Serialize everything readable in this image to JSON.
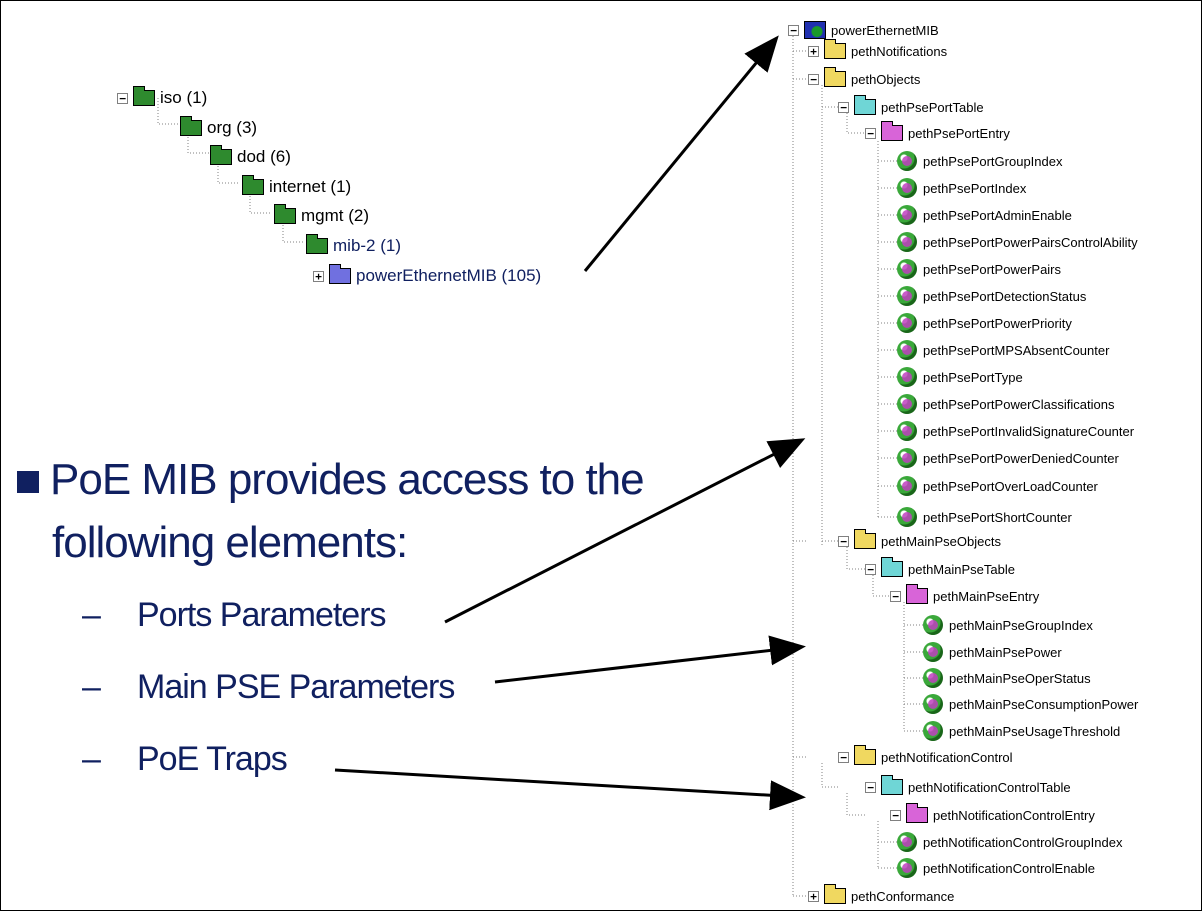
{
  "left_tree": [
    {
      "label": "iso (1)",
      "expander": "-"
    },
    {
      "label": "org (3)"
    },
    {
      "label": "dod (6)"
    },
    {
      "label": "internet (1)"
    },
    {
      "label": "mgmt (2)"
    },
    {
      "label": "mib-2 (1)"
    },
    {
      "label": "powerEthernetMIB (105)",
      "expander": "+"
    }
  ],
  "right_tree": {
    "root": "powerEthernetMIB",
    "notifications": "pethNotifications",
    "objects": "pethObjects",
    "pse_port_table": "pethPsePortTable",
    "pse_port_entry": "pethPsePortEntry",
    "pse_port_leaves": [
      "pethPsePortGroupIndex",
      "pethPsePortIndex",
      "pethPsePortAdminEnable",
      "pethPsePortPowerPairsControlAbility",
      "pethPsePortPowerPairs",
      "pethPsePortDetectionStatus",
      "pethPsePortPowerPriority",
      "pethPsePortMPSAbsentCounter",
      "pethPsePortType",
      "pethPsePortPowerClassifications",
      "pethPsePortInvalidSignatureCounter",
      "pethPsePortPowerDeniedCounter",
      "pethPsePortOverLoadCounter",
      "pethPsePortShortCounter"
    ],
    "main_pse_objects": "pethMainPseObjects",
    "main_pse_table": "pethMainPseTable",
    "main_pse_entry": "pethMainPseEntry",
    "main_pse_leaves": [
      "pethMainPseGroupIndex",
      "pethMainPsePower",
      "pethMainPseOperStatus",
      "pethMainPseConsumptionPower",
      "pethMainPseUsageThreshold"
    ],
    "notification_control": "pethNotificationControl",
    "notification_control_table": "pethNotificationControlTable",
    "notification_control_entry": "pethNotificationControlEntry",
    "notification_control_leaves": [
      "pethNotificationControlGroupIndex",
      "pethNotificationControlEnable"
    ],
    "conformance": "pethConformance"
  },
  "slide": {
    "bullet_line1": "PoE MIB provides access to the",
    "bullet_line2": "following elements:",
    "dash": "–",
    "items": [
      "Ports Parameters",
      "Main PSE Parameters",
      "PoE Traps"
    ]
  }
}
